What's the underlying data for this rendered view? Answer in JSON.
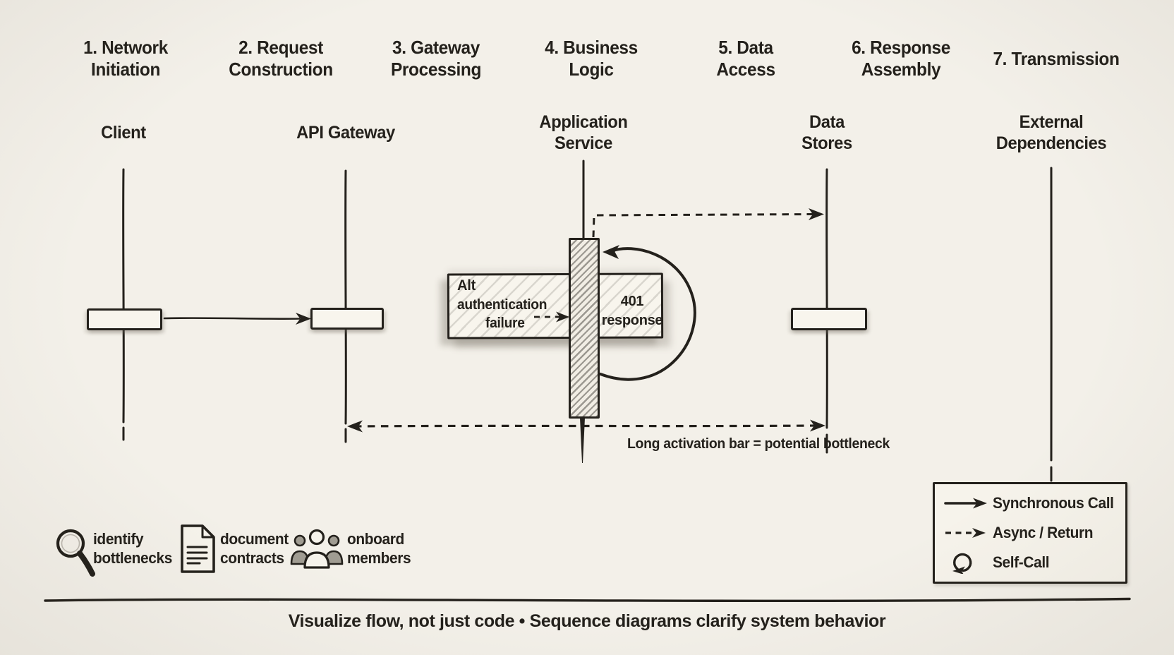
{
  "page": {
    "footer": "Visualize flow, not just code • Sequence diagrams clarify system behavior"
  },
  "colors": {
    "background": "#f3f0e9",
    "ink": "#24211c",
    "paper_white": "#f8f5ed",
    "pencil_gray": "#8f8b82"
  },
  "phases": [
    {
      "line1": "1. Network",
      "line2": "Initiation"
    },
    {
      "line1": "2. Request",
      "line2": "Construction"
    },
    {
      "line1": "3. Gateway",
      "line2": "Processing"
    },
    {
      "line1": "4. Business",
      "line2": "Logic"
    },
    {
      "line1": "5. Data",
      "line2": "Access"
    },
    {
      "line1": "6. Response",
      "line2": "Assembly"
    },
    {
      "line1": "7. Transmission",
      "line2": ""
    }
  ],
  "participants": [
    {
      "line1": "Client",
      "line2": ""
    },
    {
      "line1": "API Gateway",
      "line2": ""
    },
    {
      "line1": "Application",
      "line2": "Service"
    },
    {
      "line1": "Data",
      "line2": "Stores"
    },
    {
      "line1": "External",
      "line2": "Dependencies"
    }
  ],
  "alt_frame": {
    "title": "Alt",
    "condition_line1": "authentication",
    "condition_line2": "failure",
    "response_line1": "401",
    "response_line2": "response"
  },
  "annotations": {
    "bottleneck_note": "Long activation bar = potential bottleneck"
  },
  "legend": {
    "items": [
      {
        "icon": "solid-arrow-icon",
        "label": "Synchronous Call"
      },
      {
        "icon": "dashed-arrow-icon",
        "label": "Async / Return"
      },
      {
        "icon": "self-call-loop-icon",
        "label": "Self-Call"
      }
    ]
  },
  "actions": [
    {
      "icon": "magnifier-icon",
      "line1": "identify",
      "line2": "bottlenecks"
    },
    {
      "icon": "document-icon",
      "line1": "document",
      "line2": "contracts"
    },
    {
      "icon": "people-icon",
      "line1": "onboard",
      "line2": "members"
    }
  ]
}
